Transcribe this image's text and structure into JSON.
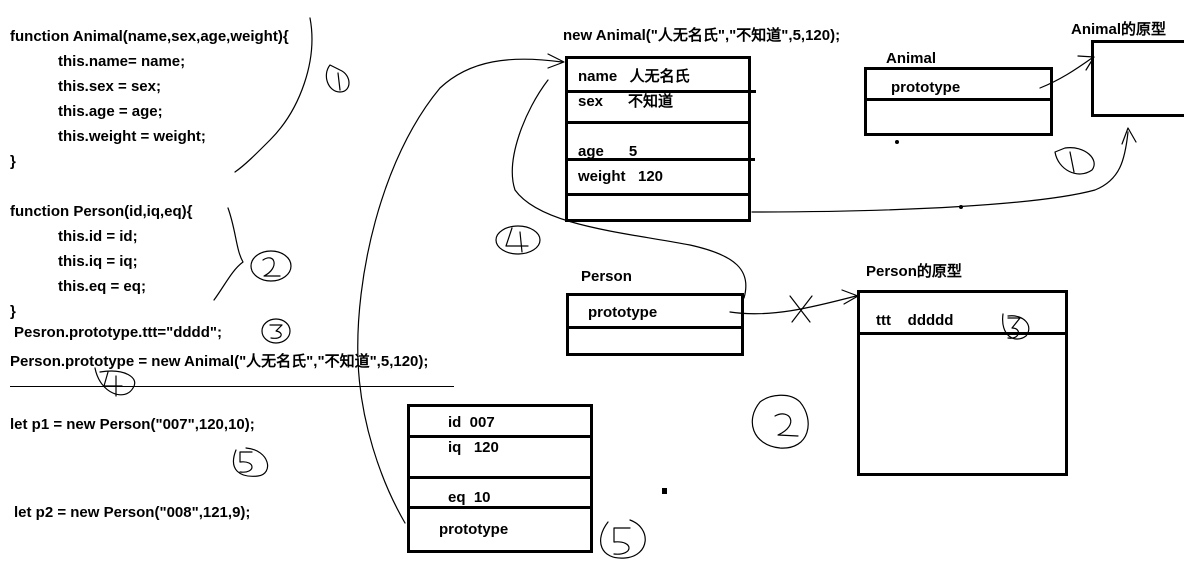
{
  "code": {
    "animal_fn": [
      "function Animal(name,sex,age,weight){",
      "this.name= name;",
      "this.sex = sex;",
      "this.age = age;",
      "this.weight = weight;",
      "}"
    ],
    "person_fn": [
      "function Person(id,iq,eq){",
      "this.id = id;",
      "this.iq = iq;",
      "this.eq = eq;",
      "}"
    ],
    "proto_ttt": "Pesron.prototype.ttt=\"dddd\";",
    "proto_assign": "Person.prototype = new Animal(\"人无名氏\",\"不知道\",5,120);",
    "p1": "let p1 = new Person(\"007\",120,10);",
    "p2": "let p2 = new Person(\"008\",121,9);"
  },
  "animal_instance": {
    "title": "new Animal(\"人无名氏\",\"不知道\",5,120);",
    "rows": [
      "name   人无名氏",
      "sex      不知道",
      "age      5",
      "weight   120"
    ]
  },
  "animal_ctor": {
    "title": "Animal",
    "row": "prototype"
  },
  "animal_proto": {
    "title": "Animal的原型"
  },
  "person_ctor": {
    "title": "Person",
    "row": "prototype"
  },
  "person_proto": {
    "title": "Person的原型",
    "row": "ttt    ddddd"
  },
  "p1_obj": {
    "rows": [
      "id  007",
      "iq   120",
      "eq  10",
      "prototype"
    ]
  }
}
